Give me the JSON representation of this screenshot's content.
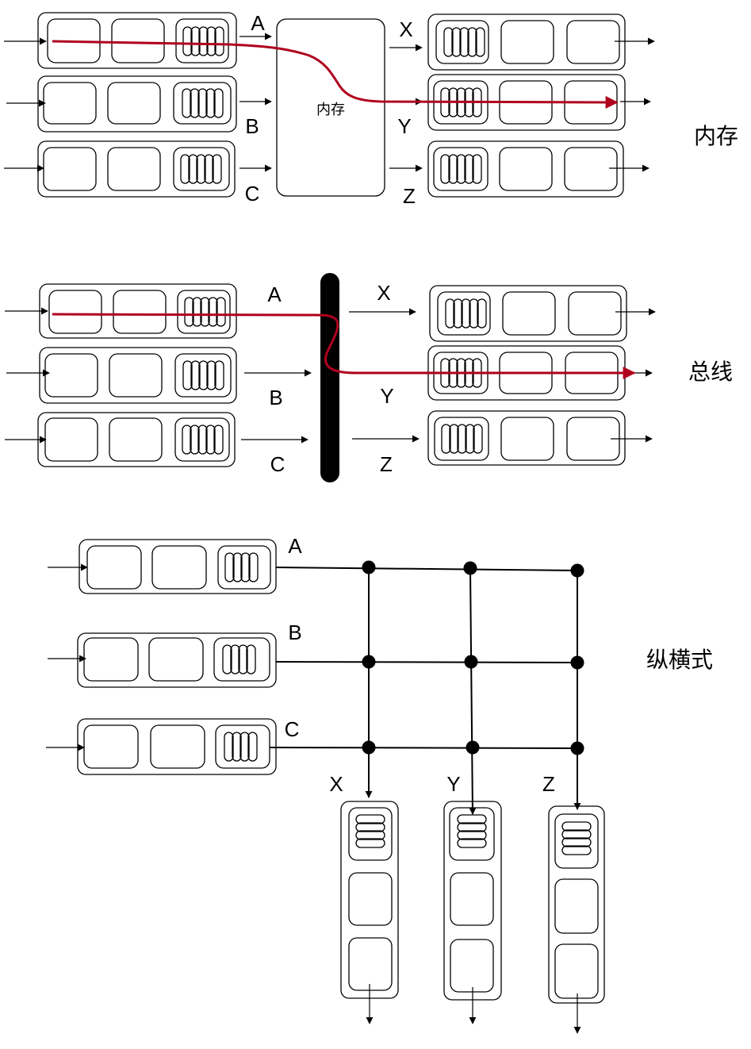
{
  "sections": [
    {
      "id": "memory",
      "title": "内存",
      "center_label": "内存"
    },
    {
      "id": "bus",
      "title": "总线"
    },
    {
      "id": "crossbar",
      "title": "纵横式"
    }
  ],
  "inputs": [
    "A",
    "B",
    "C"
  ],
  "outputs": [
    "X",
    "Y",
    "Z"
  ],
  "colors": {
    "stroke": "#000000",
    "path": "#b0001e",
    "bus": "#000000",
    "node": "#000000"
  },
  "highlight": {
    "from": "A",
    "to": "Y"
  }
}
